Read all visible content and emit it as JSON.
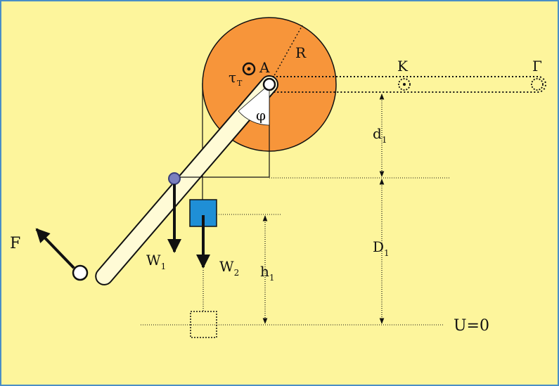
{
  "labels": {
    "R": "R",
    "A": "A",
    "K": "Κ",
    "Gamma": "Γ",
    "phi": "φ",
    "tau": "τ",
    "tau_sub": "Τ",
    "F": "F",
    "W": "W",
    "W1_sub": "1",
    "W2_sub": "2",
    "d": "d",
    "d1_sub": "1",
    "D": "D",
    "D1_sub": "1",
    "h": "h",
    "h1_sub": "1",
    "U0": "U=0"
  },
  "colors": {
    "background": "#fdf59c",
    "border": "#4a8ec6",
    "disk": "#f7953a",
    "rod": "#fffbd6",
    "block": "#1f8fd6",
    "pivot": "#7a7fbf",
    "line": "#111111"
  }
}
